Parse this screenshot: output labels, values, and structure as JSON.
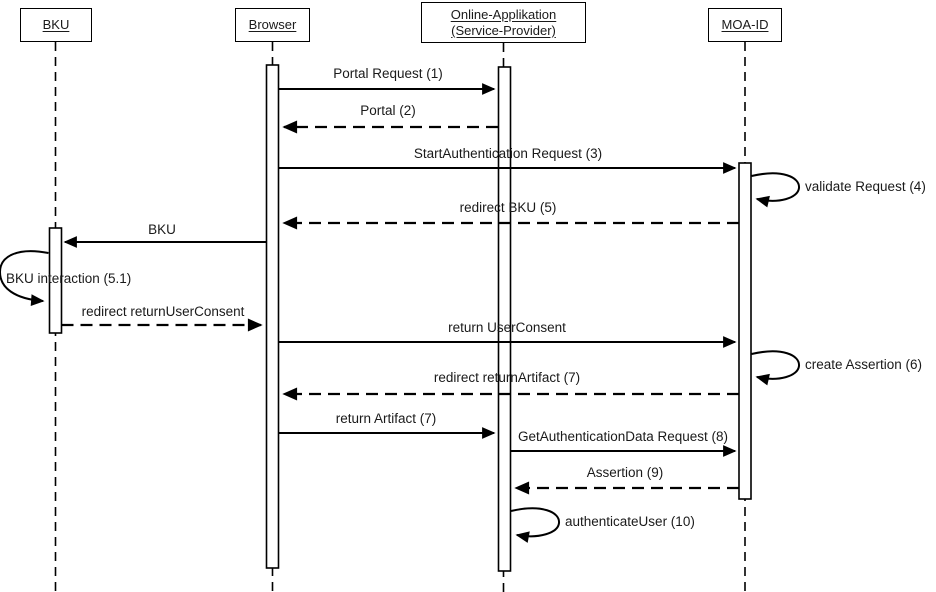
{
  "diagram": {
    "type": "uml-sequence",
    "colors": {
      "line": "#000000",
      "background": "#ffffff",
      "text": "#1a1a1a"
    }
  },
  "actors": [
    {
      "label": "BKU"
    },
    {
      "label": "Browser"
    },
    {
      "label": "Online-Applikation (Service-Provider)"
    },
    {
      "label": "MOA-ID"
    }
  ],
  "messages": [
    {
      "label": "Portal Request (1)",
      "from": "Browser",
      "to": "Online-Applikation (Service-Provider)",
      "line": "solid"
    },
    {
      "label": "Portal (2)",
      "from": "Online-Applikation (Service-Provider)",
      "to": "Browser",
      "line": "dashed"
    },
    {
      "label": "StartAuthentication Request (3)",
      "from": "Browser",
      "to": "MOA-ID",
      "line": "solid"
    },
    {
      "label": "validate Request (4)",
      "from": "MOA-ID",
      "to": "MOA-ID",
      "line": "self"
    },
    {
      "label": "redirect BKU (5)",
      "from": "MOA-ID",
      "to": "Browser",
      "line": "dashed"
    },
    {
      "label": "BKU",
      "from": "Browser",
      "to": "BKU",
      "line": "solid"
    },
    {
      "label": "BKU interaction (5.1)",
      "from": "BKU",
      "to": "BKU",
      "line": "self"
    },
    {
      "label": "redirect returnUserConsent",
      "from": "BKU",
      "to": "Browser",
      "line": "dashed"
    },
    {
      "label": "return UserConsent",
      "from": "Browser",
      "to": "MOA-ID",
      "line": "solid"
    },
    {
      "label": "create Assertion (6)",
      "from": "MOA-ID",
      "to": "MOA-ID",
      "line": "self"
    },
    {
      "label": "redirect returnArtifact (7)",
      "from": "MOA-ID",
      "to": "Browser",
      "line": "dashed"
    },
    {
      "label": "return Artifact (7)",
      "from": "Browser",
      "to": "Online-Applikation (Service-Provider)",
      "line": "solid"
    },
    {
      "label": "GetAuthenticationData Request (8)",
      "from": "Online-Applikation (Service-Provider)",
      "to": "MOA-ID",
      "line": "solid"
    },
    {
      "label": "Assertion (9)",
      "from": "MOA-ID",
      "to": "Online-Applikation (Service-Provider)",
      "line": "dashed"
    },
    {
      "label": "authenticateUser (10)",
      "from": "Online-Applikation (Service-Provider)",
      "to": "Online-Applikation (Service-Provider)",
      "line": "self"
    }
  ]
}
